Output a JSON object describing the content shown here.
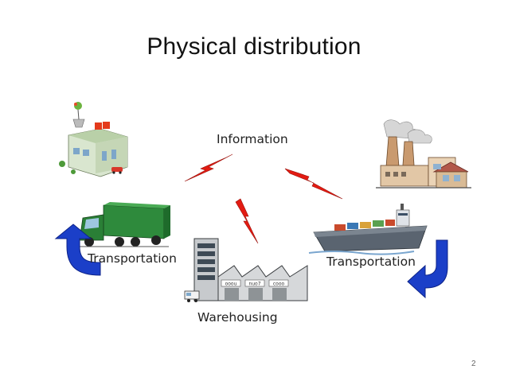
{
  "title": "Physical distribution",
  "labels": {
    "information": "Information",
    "transportation_left": "Transportation",
    "transportation_right": "Transportation",
    "warehousing": "Warehousing",
    "warehouse_signs": [
      "ooou",
      "nuo7",
      "cooo"
    ]
  },
  "page_number": "2",
  "colors": {
    "lightning": "#e31b12",
    "arrow_blue": "#1b3fc8",
    "truck_green": "#2e8a3c",
    "ship_hull": "#5a6470",
    "factory": "#c8a07a"
  },
  "icons": [
    "store-icon",
    "factory-icon",
    "truck-icon",
    "ship-icon",
    "warehouse-icon",
    "lightning-icon",
    "curved-arrow-icon"
  ]
}
